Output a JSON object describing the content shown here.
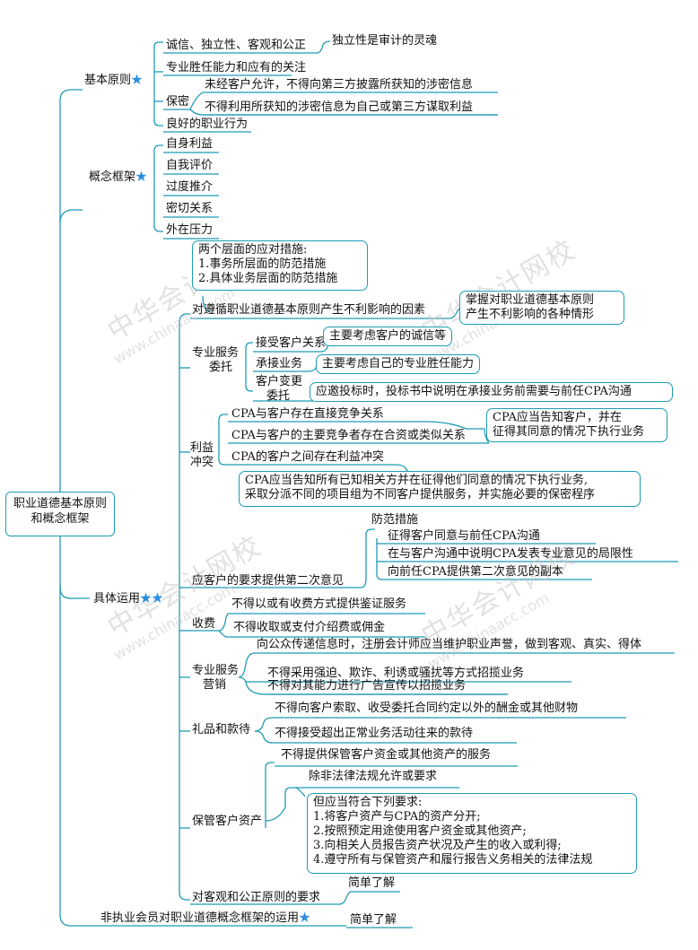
{
  "root": {
    "line1": "职业道德基本原则",
    "line2": "和概念框架"
  },
  "star": "★",
  "branch1": {
    "label": "基本原则",
    "items": [
      "诚信、独立性、客观和公正",
      "专业胜任能力和应有的关注",
      "保密",
      "良好的职业行为"
    ],
    "note_independence": "独立性是审计的灵魂",
    "secret1": "未经客户允许，不得向第三方披露所获知的涉密信息",
    "secret2": "不得利用所获知的涉密信息为自己或第三方谋取利益"
  },
  "branch2": {
    "label": "概念框架",
    "items": [
      "自身利益",
      "自我评价",
      "过度推介",
      "密切关系",
      "外在压力"
    ]
  },
  "branch3": {
    "label": "具体运用",
    "measures": {
      "l1": "两个层面的应对措施:",
      "l2": "1.事务所层面的防范措施",
      "l3": "2.具体业务层面的防范措施"
    },
    "factors": "对遵循职业道德基本原则产生不利影响的因素",
    "factors_note": {
      "l1": "掌握对职业道德基本原则",
      "l2": "产生不利影响的各种情形"
    },
    "engagement": {
      "label1": "专业服务",
      "label2": "委托",
      "accept": "接受客户关系",
      "accept_note": "主要考虑客户的诚信等",
      "undertake": "承接业务",
      "undertake_note": "主要考虑自己的专业胜任能力",
      "change1": "客户变更",
      "change2": "委托",
      "change_note": "应邀投标时，投标书中说明在承接业务前需要与前任CPA沟通"
    },
    "conflict": {
      "label1": "利益",
      "label2": "冲突",
      "c1": "CPA与客户存在直接竞争关系",
      "c2": "CPA与客户的主要竞争者存在合资或类似关系",
      "c3": "CPA的客户之间存在利益冲突",
      "note12": {
        "l1": "CPA应当告知客户，并在",
        "l2": "征得其同意的情况下执行业务"
      },
      "note3": {
        "l1": "CPA应当告知所有已知相关方并在征得他们同意的情况下执行业务,",
        "l2": "采取分派不同的项目组为不同客户提供服务，并实施必要的保密程序"
      }
    },
    "second": {
      "label": "应客户的要求提供第二次意见",
      "measures_title": "防范措施",
      "m": [
        "征得客户同意与前任CPA沟通",
        "在与客户沟通中说明CPA发表专业意见的局限性",
        "向前任CPA提供第二次意见的副本"
      ]
    },
    "fees": {
      "label": "收费",
      "f1": "不得以或有收费方式提供鉴证服务",
      "f2": "不得收取或支付介绍费或佣金"
    },
    "marketing": {
      "label1": "专业服务",
      "label2": "营销",
      "m1": "向公众传递信息时，注册会计师应当维护职业声誉，做到客观、真实、得体",
      "m2": "不得采用强迫、欺诈、利诱或骚扰等方式招揽业务",
      "m3": "不得对其能力进行广告宣传以招揽业务"
    },
    "gifts": {
      "label": "礼品和款待",
      "g1": "不得向客户索取、收受委托合同约定以外的酬金或其他财物",
      "g2": "不得接受超出正常业务活动往来的款待"
    },
    "custody": {
      "label": "保管客户资产",
      "c1": "不得提供保管客户资金或其他资产的服务",
      "c2": "除非法律法规允许或要求",
      "req": [
        "但应当符合下列要求:",
        "1.将客户资产与CPA的资产分开;",
        "2.按照预定用途使用客户资金或其他资产;",
        "3.向相关人员报告资产状况及产生的收入或利得;",
        "4.遵守所有与保管资产和履行报告义务相关的法律法规"
      ]
    },
    "objective": {
      "label": "对客观和公正原则的要求",
      "note": "简单了解"
    }
  },
  "branch4": {
    "label": "非执业会员对职业道德概念框架的运用",
    "note": "简单了解"
  },
  "watermark": {
    "cn": "中华会计网校",
    "url": "www.chinaacc.com"
  },
  "colors": {
    "line": "#1f9bb5",
    "star": "#2a8de0",
    "watermark": "#c9c9c9"
  }
}
